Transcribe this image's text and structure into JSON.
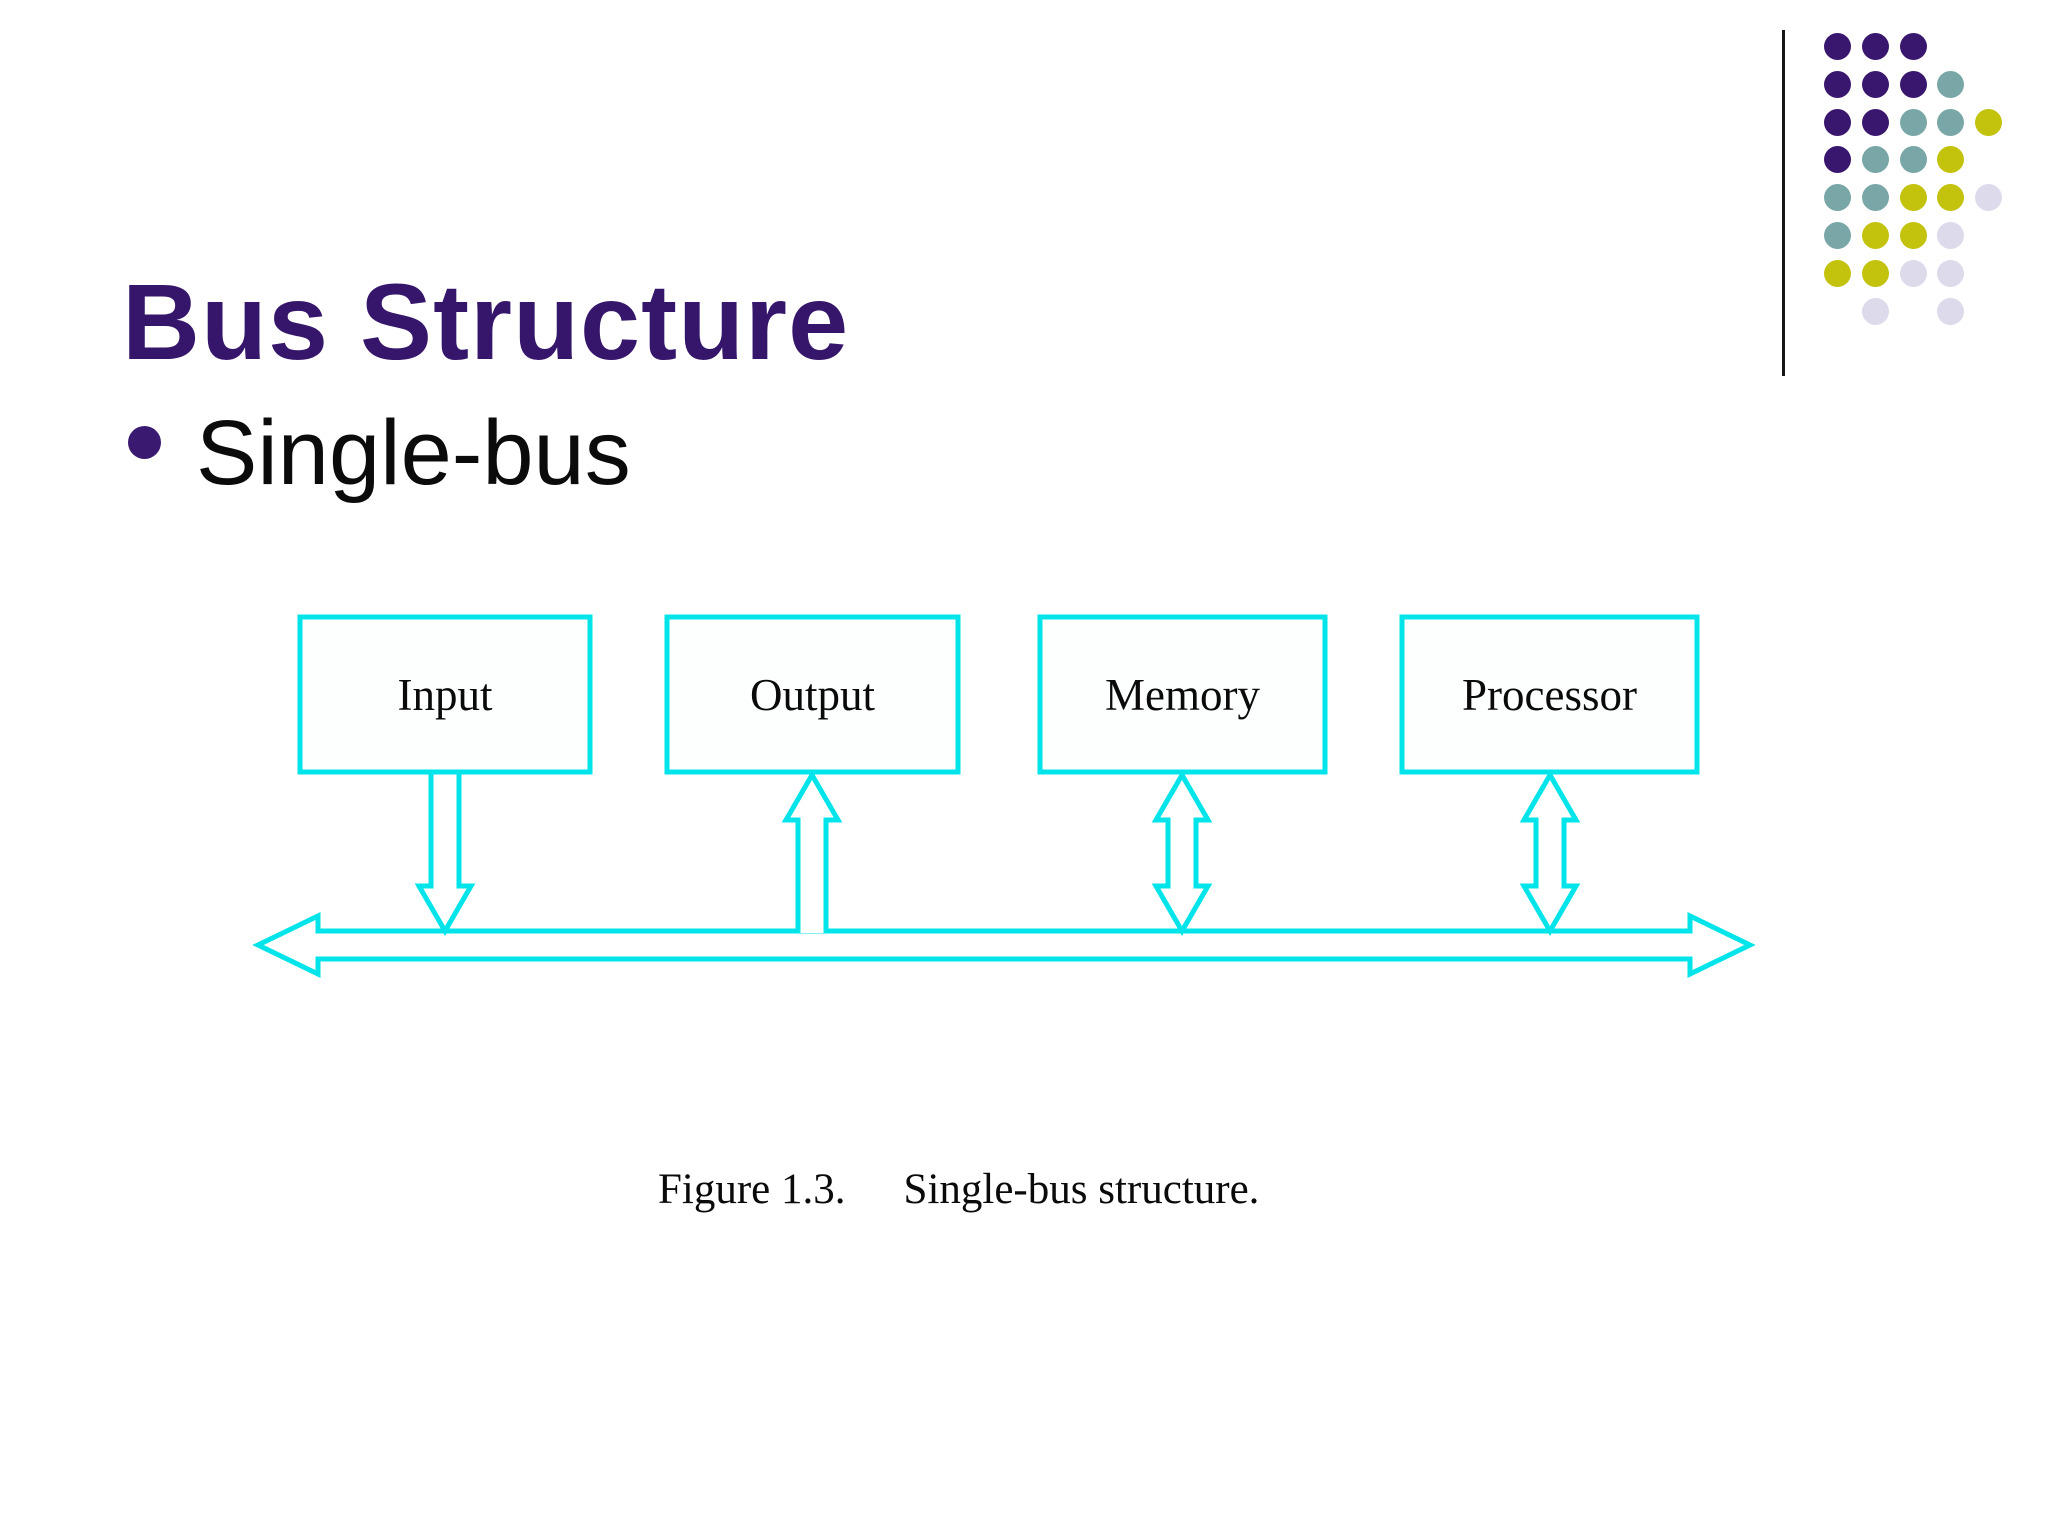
{
  "slide": {
    "title": "Bus Structure",
    "bullet_text": "Single-bus",
    "caption": {
      "prefix": "Figure 1.3.",
      "text": "Single-bus structure."
    }
  },
  "diagram": {
    "boxes": [
      {
        "label": "Input",
        "arrow": "down"
      },
      {
        "label": "Output",
        "arrow": "up"
      },
      {
        "label": "Memory",
        "arrow": "both"
      },
      {
        "label": "Processor",
        "arrow": "both"
      }
    ],
    "bus": "bidirectional-horizontal-bus"
  },
  "colors": {
    "title": "#36166B",
    "bullet_dot": "#3A1A70",
    "diagram_line": "#00E4EA",
    "box_fill": "#FDFFFF",
    "box_label": "#0A0A0A",
    "divider_line": "#161616",
    "dot_purple": "#3A176E",
    "dot_teal": "#79A6A6",
    "dot_yellow": "#C3C20D",
    "dot_lavender": "#DCDAEB"
  },
  "decoration_dots": {
    "rows": [
      [
        "purple",
        "purple",
        "purple",
        null,
        null
      ],
      [
        "purple",
        "purple",
        "purple",
        "teal",
        null
      ],
      [
        "purple",
        "purple",
        "teal",
        "teal",
        "yellow"
      ],
      [
        "purple",
        "teal",
        "teal",
        "yellow",
        null
      ],
      [
        "teal",
        "teal",
        "yellow",
        "yellow",
        "lavender"
      ],
      [
        "teal",
        "yellow",
        "yellow",
        "lavender",
        null
      ],
      [
        "yellow",
        "yellow",
        "lavender",
        "lavender",
        null
      ],
      [
        null,
        "lavender",
        null,
        "lavender",
        null
      ]
    ]
  }
}
